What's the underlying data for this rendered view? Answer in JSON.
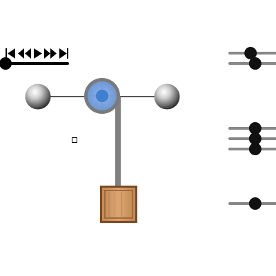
{
  "playback": {
    "progress": 0.0,
    "buttons": [
      "skip-to-start",
      "step-back",
      "play",
      "step-forward",
      "skip-to-end"
    ]
  },
  "colors": {
    "rod": "#808080",
    "hub": "#3f7fd0",
    "ball": "#9a9a9a",
    "crate": "#a86b38",
    "slider_track": "#888888",
    "slider_knob": "#111111",
    "ui_black": "#000000"
  },
  "sliders": {
    "group_1": [
      0.45,
      0.55
    ],
    "group_2": [
      0.55,
      0.55,
      0.55
    ],
    "group_3": [
      0.55
    ]
  }
}
